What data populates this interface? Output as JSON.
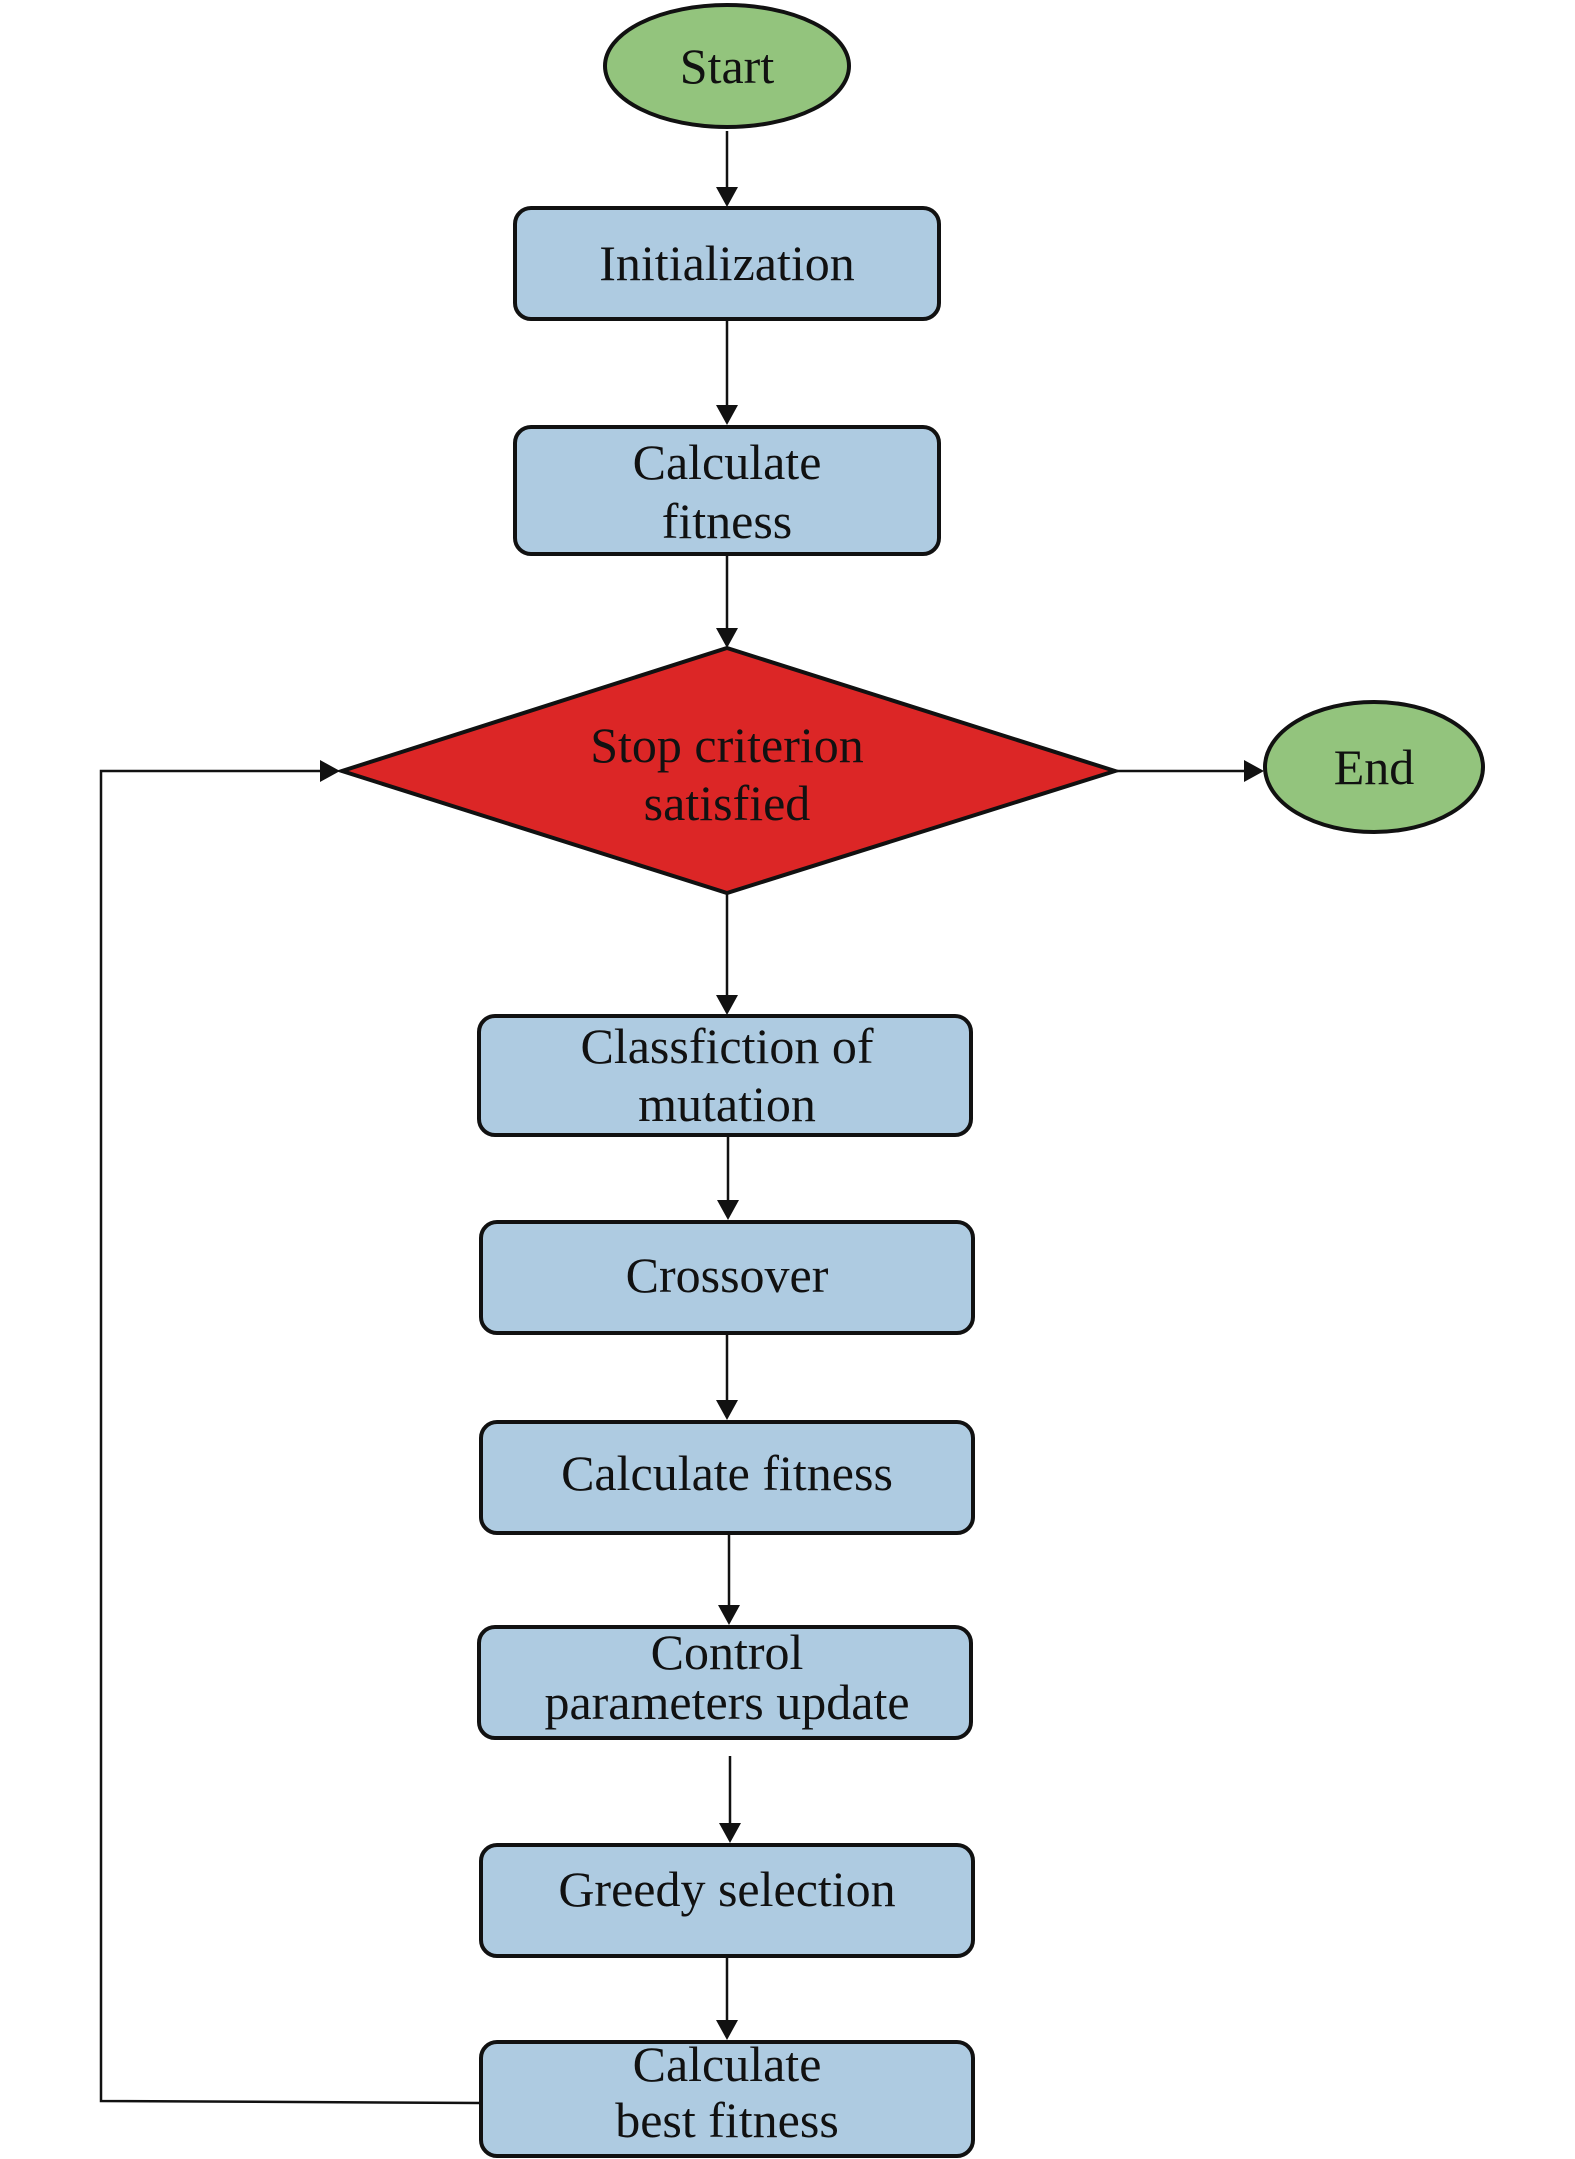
{
  "diagram": {
    "start": "Start",
    "initialization": "Initialization",
    "calc_fitness_1": [
      "Calculate",
      "fitness"
    ],
    "stop_criterion": [
      "Stop criterion",
      "satisfied"
    ],
    "end": "End",
    "classification": [
      "Classfiction of",
      "mutation"
    ],
    "crossover": "Crossover",
    "calc_fitness_2": "Calculate fitness",
    "control_update": [
      "Control",
      "parameters update"
    ],
    "greedy_selection": "Greedy selection",
    "calc_best_fitness": [
      "Calculate",
      "best fitness"
    ]
  }
}
